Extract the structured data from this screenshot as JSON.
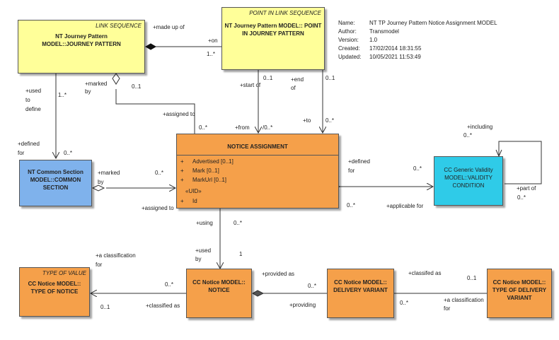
{
  "metadata": {
    "name_label": "Name:",
    "name_value": "NT TP Journey Pattern Notice Assignment MODEL",
    "author_label": "Author:",
    "author_value": "Transmodel",
    "version_label": "Version:",
    "version_value": "1.0",
    "created_label": "Created:",
    "created_value": "17/02/2014 18:31:55",
    "updated_label": "Updated:",
    "updated_value": "10/05/2021 11:53:49"
  },
  "classes": {
    "journey_pattern": {
      "stereotype": "LINK SEQUENCE",
      "title": "NT Journey Pattern MODEL::JOURNEY PATTERN"
    },
    "point_in_jp": {
      "stereotype": "POINT IN LINK SEQUENCE",
      "title": "NT Journey Pattern MODEL:: POINT IN JOURNEY PATTERN"
    },
    "common_section": {
      "title": "NT Common Section MODEL::COMMON SECTION"
    },
    "notice_assignment": {
      "title": "NOTICE ASSIGNMENT",
      "attr1_plus": "+",
      "attr1": "Advertised [0..1]",
      "attr2_plus": "+",
      "attr2": "Mark [0..1]",
      "attr3_plus": "+",
      "attr3": "MarkUrl [0..1]",
      "uid": "«UID»",
      "attr4_plus": "+",
      "attr4": "Id"
    },
    "validity_condition": {
      "title": "CC Generic Validity MODEL::VALIDITY CONDITION"
    },
    "type_of_notice": {
      "stereotype": "TYPE OF VALUE",
      "title": "CC Notice MODEL:: TYPE OF NOTICE"
    },
    "notice": {
      "title": "CC Notice MODEL:: NOTICE"
    },
    "delivery_variant": {
      "title": "CC Notice MODEL:: DELIVERY VARIANT"
    },
    "type_of_delivery_variant": {
      "title": "CC Notice MODEL:: TYPE OF DELIVERY VARIANT"
    }
  },
  "labels": {
    "made_up_of": "+made up of",
    "on": "+on",
    "one_many_a": "1..*",
    "marked_by_jp_1": "+marked",
    "marked_by_jp_2": "by",
    "zero_one_a": "0..1",
    "used_to_define_1": "+used",
    "used_to_define_2": "to",
    "used_to_define_3": "define",
    "one_many_b": "1..*",
    "start_of": "+start of",
    "zero_one_b": "0..1",
    "end_of_1": "+end",
    "end_of_2": "of",
    "zero_one_c": "0..1",
    "assigned_to_a": "+assigned to",
    "zero_many_a": "0..*",
    "from": "+from",
    "zero_many_b": "/0..*",
    "to": "+to",
    "zero_many_c": "0..*",
    "defined_for_cs_1": "+defined",
    "defined_for_cs_2": "for",
    "zero_many_d": "0..*",
    "marked_by_cs_1": "+marked",
    "marked_by_cs_2": "by",
    "zero_many_e": "0..*",
    "assigned_to_b": "+assigned to",
    "defined_for_vc_1": "+defined",
    "defined_for_vc_2": "for",
    "zero_many_f": "0..*",
    "zero_many_g": "0..*",
    "applicable_for": "+applicable for",
    "including": "+including",
    "zero_many_h": "0..*",
    "part_of": "+part of",
    "zero_many_i": "0..*",
    "using": "+using",
    "zero_many_j": "0..*",
    "used_by_1": "+used",
    "used_by_2": "by",
    "one_a": "1",
    "a_classification_1": "+a classification",
    "a_classification_2": "for",
    "zero_many_k": "0..*",
    "zero_one_d": "0..1",
    "classified_as": "+classified as",
    "provided_as": "+provided as",
    "zero_many_l": "0..*",
    "providing": "+providing",
    "classified_as_2": "+classifed as",
    "zero_one_e": "0..1",
    "zero_many_m": "0..*",
    "a_classification_3": "+a classification",
    "a_classification_4": "for"
  }
}
